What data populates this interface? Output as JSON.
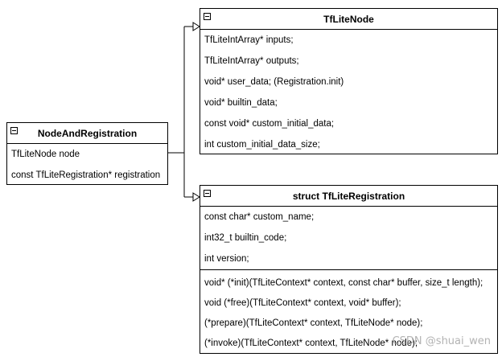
{
  "node_and_registration": {
    "title": "NodeAndRegistration",
    "fields": [
      "TfLiteNode node",
      "const TfLiteRegistration* registration"
    ]
  },
  "tflite_node": {
    "title": "TfLiteNode",
    "fields": [
      " TfLiteIntArray* inputs;",
      "TfLiteIntArray* outputs;",
      "void* user_data; (Registration.init)",
      "void* builtin_data;",
      "const void* custom_initial_data;",
      "int custom_initial_data_size;"
    ]
  },
  "tflite_registration": {
    "title": "struct TfLiteRegistration",
    "fields": [
      "const char* custom_name;",
      "int32_t builtin_code;",
      "int version;"
    ],
    "methods": [
      "void* (*init)(TfLiteContext* context, const char* buffer, size_t length);",
      "void (*free)(TfLiteContext* context, void* buffer);",
      "(*prepare)(TfLiteContext* context, TfLiteNode* node);",
      "(*invoke)(TfLiteContext* context, TfLiteNode* node);"
    ]
  },
  "watermark": "CSDN @shuai_wen"
}
